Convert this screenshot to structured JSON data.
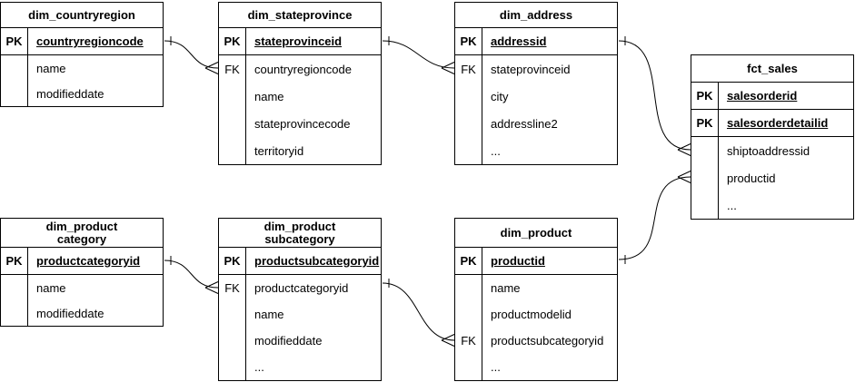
{
  "diagram": {
    "type": "entity-relationship",
    "background_color": "#ffffff",
    "line_color": "#000000",
    "text_color": "#000000",
    "entities": [
      {
        "title": "dim_countryregion",
        "pk_rows": [
          {
            "key": "PK",
            "field": "countryregioncode"
          }
        ],
        "body_rows": [
          {
            "key": "",
            "field": "name"
          },
          {
            "key": "",
            "field": "modifieddate"
          }
        ]
      },
      {
        "title": "dim_stateprovince",
        "pk_rows": [
          {
            "key": "PK",
            "field": "stateprovinceid"
          }
        ],
        "body_rows": [
          {
            "key": "FK",
            "field": "countryregioncode"
          },
          {
            "key": "",
            "field": "name"
          },
          {
            "key": "",
            "field": "stateprovincecode"
          },
          {
            "key": "",
            "field": "territoryid"
          }
        ]
      },
      {
        "title": "dim_address",
        "pk_rows": [
          {
            "key": "PK",
            "field": "addressid"
          }
        ],
        "body_rows": [
          {
            "key": "FK",
            "field": "stateprovinceid"
          },
          {
            "key": "",
            "field": "city"
          },
          {
            "key": "",
            "field": "addressline2"
          },
          {
            "key": "",
            "field": "..."
          }
        ]
      },
      {
        "title": "fct_sales",
        "pk_rows": [
          {
            "key": "PK",
            "field": "salesorderid"
          },
          {
            "key": "PK",
            "field": "salesorderdetailid"
          }
        ],
        "body_rows": [
          {
            "key": "",
            "field": "shiptoaddressid"
          },
          {
            "key": "",
            "field": "productid"
          },
          {
            "key": "",
            "field": "..."
          }
        ]
      },
      {
        "title": "dim_product\ncategory",
        "pk_rows": [
          {
            "key": "PK",
            "field": "productcategoryid"
          }
        ],
        "body_rows": [
          {
            "key": "",
            "field": "name"
          },
          {
            "key": "",
            "field": "modifieddate"
          }
        ]
      },
      {
        "title": "dim_product\nsubcategory",
        "pk_rows": [
          {
            "key": "PK",
            "field": "productsubcategoryid"
          }
        ],
        "body_rows": [
          {
            "key": "FK",
            "field": "productcategoryid"
          },
          {
            "key": "",
            "field": "name"
          },
          {
            "key": "",
            "field": "modifieddate"
          },
          {
            "key": "",
            "field": "..."
          }
        ]
      },
      {
        "title": "dim_product",
        "pk_rows": [
          {
            "key": "PK",
            "field": "productid"
          }
        ],
        "body_rows": [
          {
            "key": "",
            "field": "name"
          },
          {
            "key": "",
            "field": "productmodelid"
          },
          {
            "key": "FK",
            "field": "productsubcategoryid"
          },
          {
            "key": "",
            "field": "..."
          }
        ]
      }
    ],
    "relationships": [
      {
        "from_entity": "dim_countryregion",
        "from_field": "countryregioncode",
        "to_entity": "dim_stateprovince",
        "to_field": "countryregioncode",
        "from_marker": "one",
        "to_marker": "many"
      },
      {
        "from_entity": "dim_stateprovince",
        "from_field": "stateprovinceid",
        "to_entity": "dim_address",
        "to_field": "stateprovinceid",
        "from_marker": "one",
        "to_marker": "many"
      },
      {
        "from_entity": "dim_address",
        "from_field": "addressid",
        "to_entity": "fct_sales",
        "to_field": "shiptoaddressid",
        "from_marker": "one",
        "to_marker": "many"
      },
      {
        "from_entity": "dim_product",
        "from_field": "productid",
        "to_entity": "fct_sales",
        "to_field": "productid",
        "from_marker": "one",
        "to_marker": "many"
      },
      {
        "from_entity": "dim_productcategory",
        "from_field": "productcategoryid",
        "to_entity": "dim_productsubcategory",
        "to_field": "productcategoryid",
        "from_marker": "one",
        "to_marker": "many"
      },
      {
        "from_entity": "dim_productsubcategory",
        "from_field": "productsubcategoryid",
        "to_entity": "dim_product",
        "to_field": "productsubcategoryid",
        "from_marker": "one",
        "to_marker": "many"
      }
    ]
  }
}
